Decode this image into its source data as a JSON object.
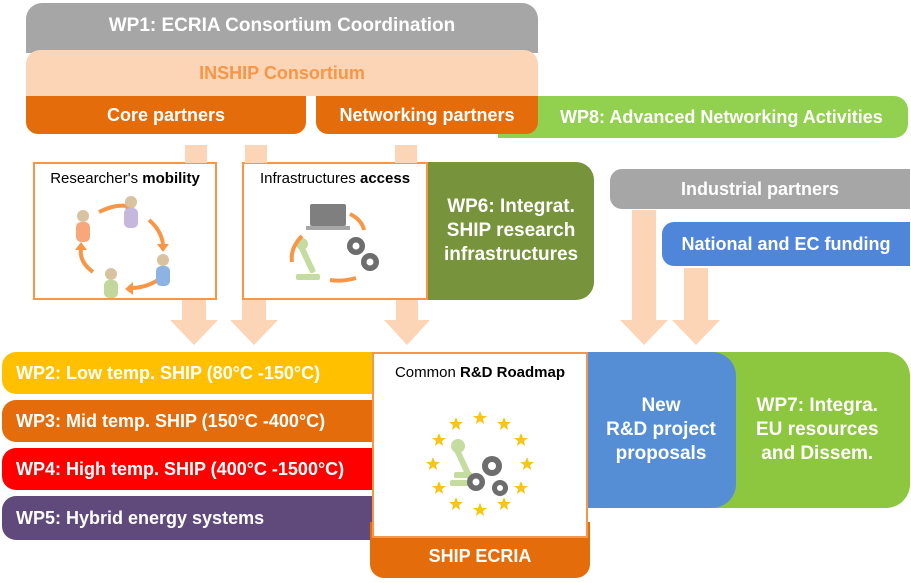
{
  "wp1": {
    "label": "WP1: ECRIA Consortium Coordination"
  },
  "inship": {
    "label": "INSHIP Consortium"
  },
  "core_partners": {
    "label": "Core partners"
  },
  "networking_partners": {
    "label": "Networking partners"
  },
  "wp8": {
    "label": "WP8: Advanced Networking Activities"
  },
  "mobility_card": {
    "title_prefix": "Researcher's ",
    "title_bold": "mobility"
  },
  "access_card": {
    "title_prefix": "Infrastructures ",
    "title_bold": "access"
  },
  "wp6": {
    "line1": "WP6: Integrat.",
    "line2": "SHIP research",
    "line3": "infrastructures"
  },
  "industrial_partners": {
    "label": "Industrial partners"
  },
  "funding": {
    "label": "National and EC funding"
  },
  "wp2": {
    "label": "WP2: Low temp. SHIP (80°C -150°C)"
  },
  "wp3": {
    "label": "WP3: Mid temp. SHIP (150°C -400°C)"
  },
  "wp4": {
    "label": "WP4: High temp. SHIP (400°C -1500°C)"
  },
  "wp5": {
    "label": "WP5: Hybrid energy systems"
  },
  "roadmap": {
    "title_prefix": "Common ",
    "title_bold": "R&D Roadmap"
  },
  "ship_ecria": {
    "label": "SHIP ECRIA"
  },
  "new_proposals": {
    "line1": "New",
    "line2": "R&D project",
    "line3": "proposals"
  },
  "wp7": {
    "line1": "WP7: Integra.",
    "line2": "EU resources",
    "line3": "and  Dissem."
  },
  "colors": {
    "grey": "#a6a6a6",
    "peach": "#f9cba8",
    "orange": "#e46c0a",
    "green": "#8dc63f",
    "dark_green": "#77933c",
    "blue": "#5b8fd6",
    "yellow": "#ffc000",
    "red": "#ff0000",
    "purple": "#604a7b"
  }
}
